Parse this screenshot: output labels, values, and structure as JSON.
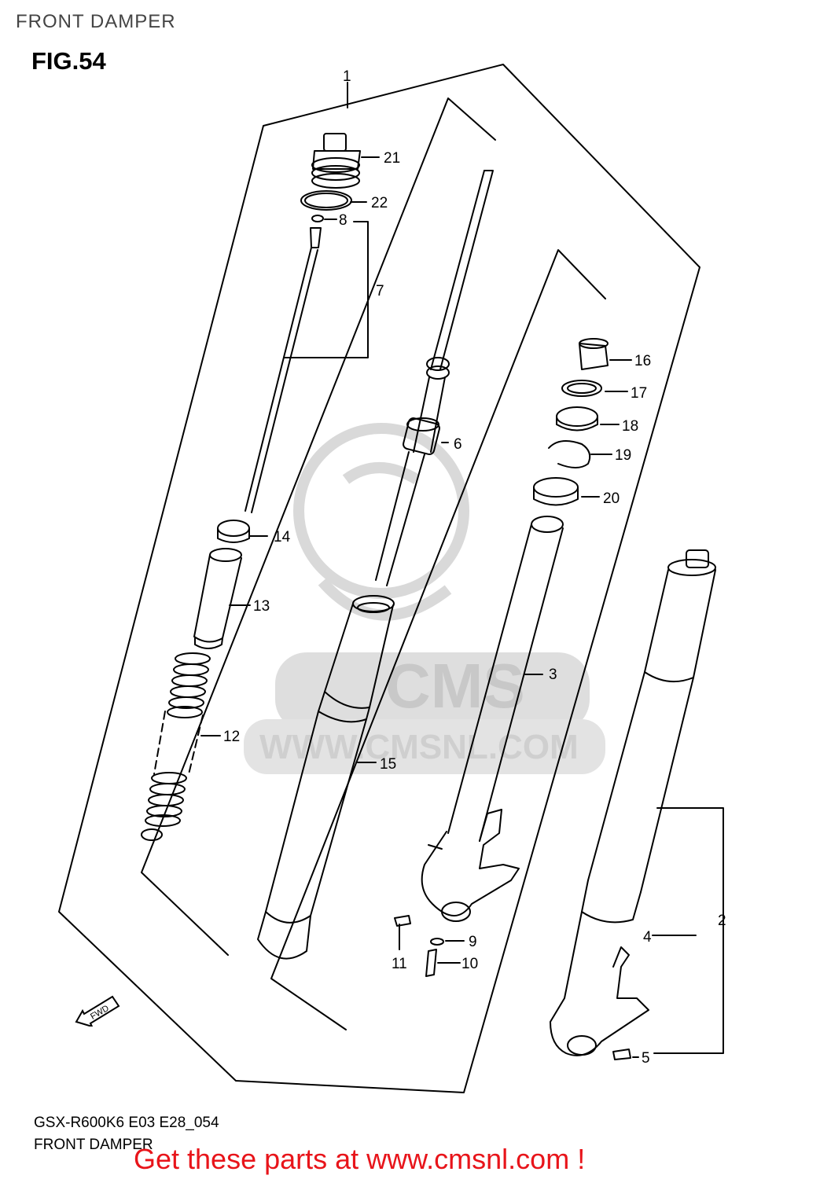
{
  "header": {
    "text": "FRONT DAMPER"
  },
  "figure": {
    "label": "FIG.54"
  },
  "watermark": {
    "brand": "CMS",
    "url": "WWW.CMSNL.COM"
  },
  "fwd_indicator": {
    "label": "FWD"
  },
  "callouts": [
    {
      "id": "1",
      "text": "1"
    },
    {
      "id": "2",
      "text": "2"
    },
    {
      "id": "3",
      "text": "3"
    },
    {
      "id": "4",
      "text": "4"
    },
    {
      "id": "5",
      "text": "5"
    },
    {
      "id": "6",
      "text": "6"
    },
    {
      "id": "7",
      "text": "7"
    },
    {
      "id": "8",
      "text": "8"
    },
    {
      "id": "9",
      "text": "9"
    },
    {
      "id": "10",
      "text": "10"
    },
    {
      "id": "11",
      "text": "11"
    },
    {
      "id": "12",
      "text": "12"
    },
    {
      "id": "13",
      "text": "13"
    },
    {
      "id": "14",
      "text": "14"
    },
    {
      "id": "15",
      "text": "15"
    },
    {
      "id": "16",
      "text": "16"
    },
    {
      "id": "17",
      "text": "17"
    },
    {
      "id": "18",
      "text": "18"
    },
    {
      "id": "19",
      "text": "19"
    },
    {
      "id": "20",
      "text": "20"
    },
    {
      "id": "21",
      "text": "21"
    },
    {
      "id": "22",
      "text": "22"
    }
  ],
  "footer": {
    "model_code": "GSX-R600K6 E03 E28_054",
    "title": "FRONT DAMPER"
  },
  "promo": {
    "text": "Get these parts at www.cmsnl.com !",
    "color": "#e8141a"
  }
}
